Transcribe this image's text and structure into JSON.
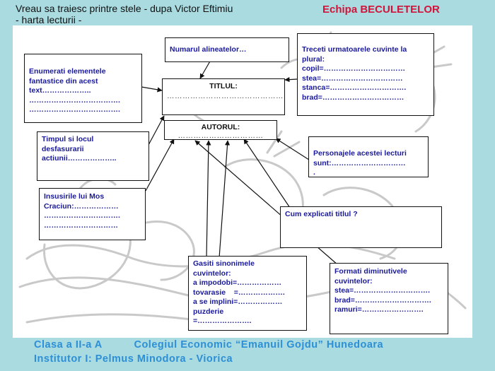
{
  "header": {
    "title_line1": "Vreau sa traiesc printre stele - dupa Victor Eftimiu",
    "title_line2": "- harta lecturii -",
    "team": "Echipa BECULETELOR"
  },
  "center": {
    "title_label": "TITLUL:",
    "title_dots": "………………………………………",
    "author_label": "AUTORUL:",
    "author_dots": "……………………………"
  },
  "boxes": {
    "paragraphs": [
      "Numarul alineatelor…"
    ],
    "plural": [
      "Treceti urmatoarele cuvinte la",
      "plural:",
      "copil=……………………………",
      "stea=……………………………",
      "stanca=………………………….",
      "brad=……………………………"
    ],
    "fantastic": [
      "Enumerati elementele",
      "fantastice din acest",
      "text………………..",
      "……………………………….",
      "………………………………."
    ],
    "time_place": [
      "Timpul si locul",
      "desfasurarii",
      "actiunii……………….."
    ],
    "characters": [
      "Personajele acestei lecturi",
      "sunt:…………………………",
      "."
    ],
    "explain_title": [
      "Cum explicati titlul ?"
    ],
    "santa": [
      "Insusirile lui Mos",
      "Craciun:………………",
      "………………………….",
      "…………………………"
    ],
    "synonyms": [
      "Gasiti sinonimele",
      "cuvintelor:",
      "a impodobi=………………",
      "tovarasie    =……………….",
      "a se implini=………………",
      "puzderie",
      "=…………………."
    ],
    "diminutives": [
      "Formati diminutivele",
      "cuvintelor:",
      "stea=………………………….",
      "brad=………………………….",
      "ramuri=……………………."
    ]
  },
  "footer": {
    "line1": "Clasa a II-a A          Colegiul Economic “Emanuil Gojdu” Hunedoara",
    "line2": "Institutor I: Pelmus Minodora - Viorica"
  },
  "colors": {
    "background": "#a9dbe0",
    "team": "#d2143a",
    "box_text": "#1a1a9a",
    "footer": "#2d8fd6"
  }
}
